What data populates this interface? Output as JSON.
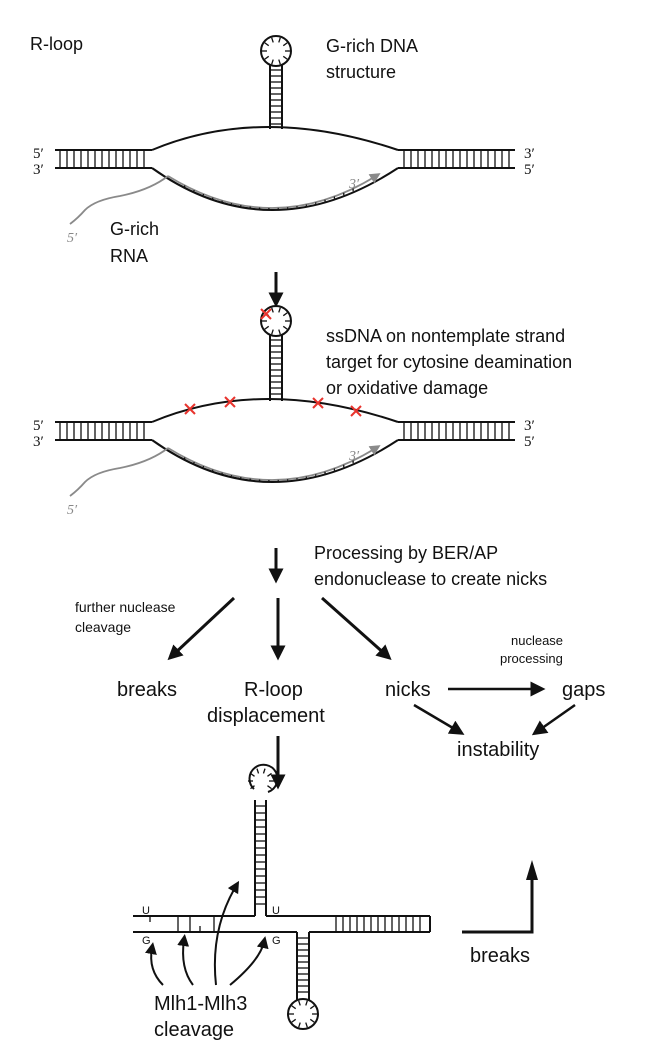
{
  "panel1": {
    "rloop_label": "R-loop",
    "g_rich_dna_label": [
      "G-rich DNA",
      "structure"
    ],
    "g_rich_rna_label": [
      "G-rich",
      "RNA"
    ],
    "primes": {
      "top_left": "5′",
      "bottom_left": "3′",
      "top_right": "3′",
      "bottom_right": "5′",
      "rna_tip": "3′",
      "rna_tail": "5′"
    }
  },
  "panel2": {
    "damage_label": [
      "ssDNA on nontemplate strand",
      "target for cytosine deamination",
      "or oxidative damage"
    ],
    "damage_marks_count": 5,
    "primes": {
      "top_left": "5′",
      "bottom_left": "3′",
      "top_right": "3′",
      "bottom_right": "5′",
      "rna_tip": "3′",
      "rna_tail": "5′"
    }
  },
  "processing_label": [
    "Processing by BER/AP",
    "endonuclease to create nicks"
  ],
  "pathways": {
    "further_cleavage_label": [
      "further nuclease",
      "cleavage"
    ],
    "breaks_left": "breaks",
    "rloop_displacement": [
      "R-loop",
      "displacement"
    ],
    "nicks": "nicks",
    "nuclease_processing": [
      "nuclease",
      "processing"
    ],
    "gaps": "gaps",
    "instability": "instability"
  },
  "panel3": {
    "ug_pair": [
      "U",
      "G"
    ],
    "mlh_label": [
      "Mlh1-Mlh3",
      "cleavage"
    ],
    "breaks_right": "breaks"
  }
}
